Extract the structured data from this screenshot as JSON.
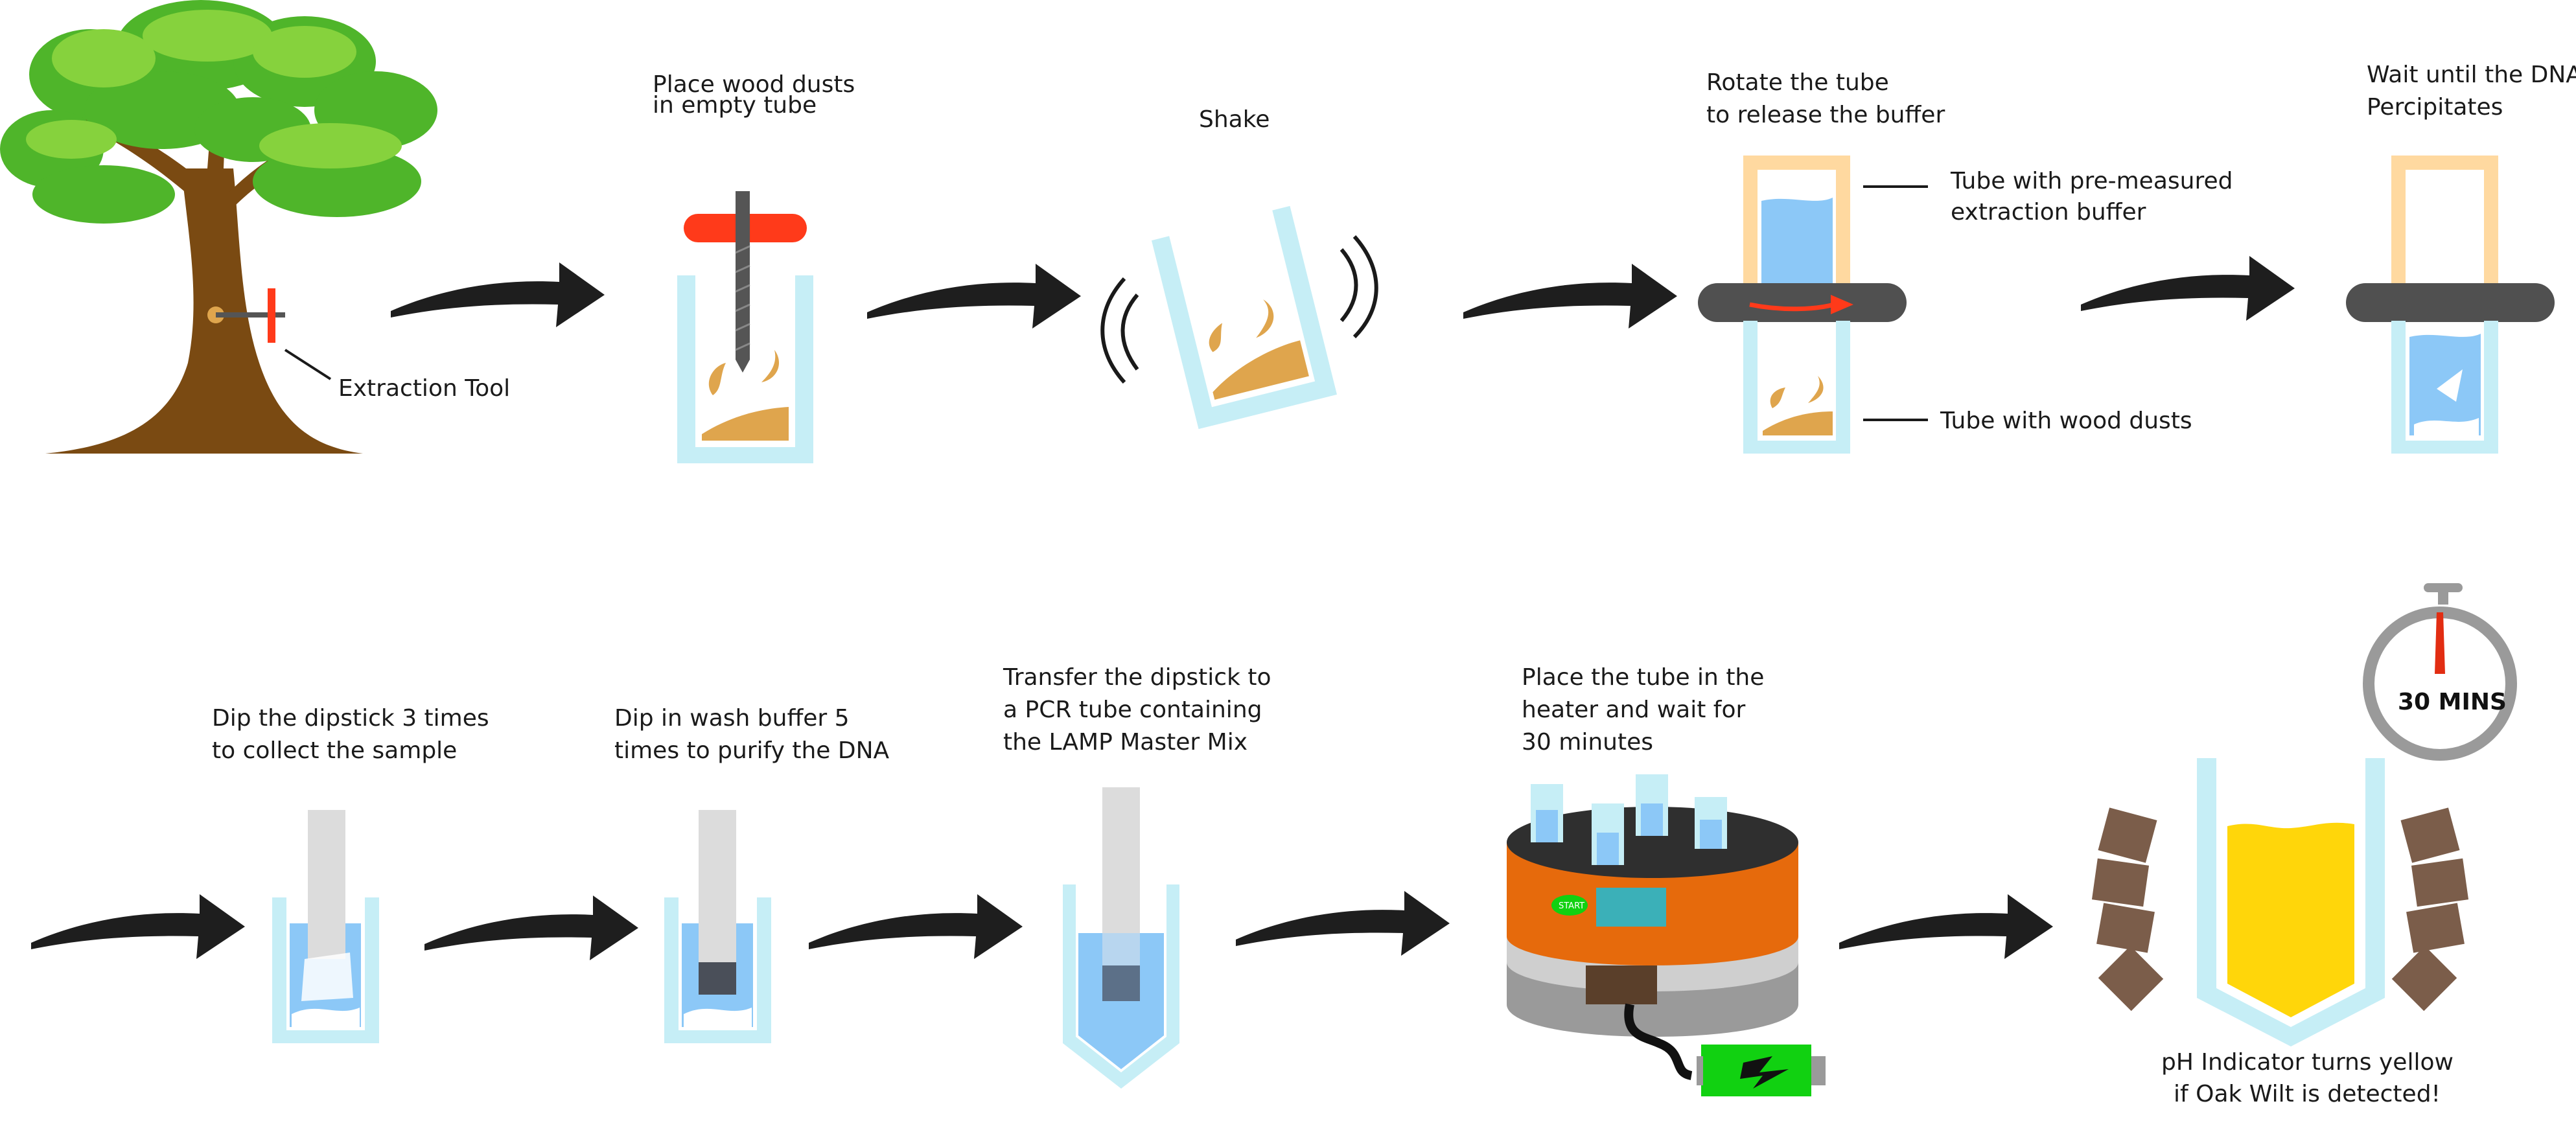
{
  "top_row": {
    "tree_label": "Extraction Tool",
    "step1": {
      "line1": "Place wood dusts",
      "line2": "in empty tube"
    },
    "step2": {
      "line1": "Shake"
    },
    "step3": {
      "line1": "Rotate the tube",
      "line2": "to release the buffer"
    },
    "step3_callout_top": {
      "line1": "Tube with pre-measured",
      "line2": "extraction buffer"
    },
    "step3_callout_bottom": {
      "line1": "Tube with wood dusts"
    },
    "step4": {
      "line1": "Wait until the DNA",
      "line2": "Percipitates"
    }
  },
  "bottom_row": {
    "step5": {
      "line1": "Dip the dipstick 3 times",
      "line2": "to collect the sample"
    },
    "step6": {
      "line1": "Dip in wash buffer 5",
      "line2": "times to purify the DNA"
    },
    "step7": {
      "line1": "Transfer the dipstick to",
      "line2": "a PCR tube containing",
      "line3": "the LAMP Master Mix"
    },
    "step8": {
      "line1": "Place the tube in the",
      "line2": "heater and wait for",
      "line3": "30 minutes"
    },
    "heater_button": "START",
    "timer": "30 MINS",
    "result": {
      "line1": "pH Indicator turns yellow",
      "line2": "if Oak Wilt is detected!"
    }
  },
  "colors": {
    "tube": "#c6eef6",
    "buffer": "#8cc8f7",
    "dust": "#dfa54d",
    "red": "#ff3a1a",
    "cap": "#ffd9a0",
    "arrow": "#1e1e1e",
    "yellow": "#ffd60a",
    "heater": "#e66a0c",
    "battery": "#11d111",
    "brown": "#7b5d4a"
  }
}
